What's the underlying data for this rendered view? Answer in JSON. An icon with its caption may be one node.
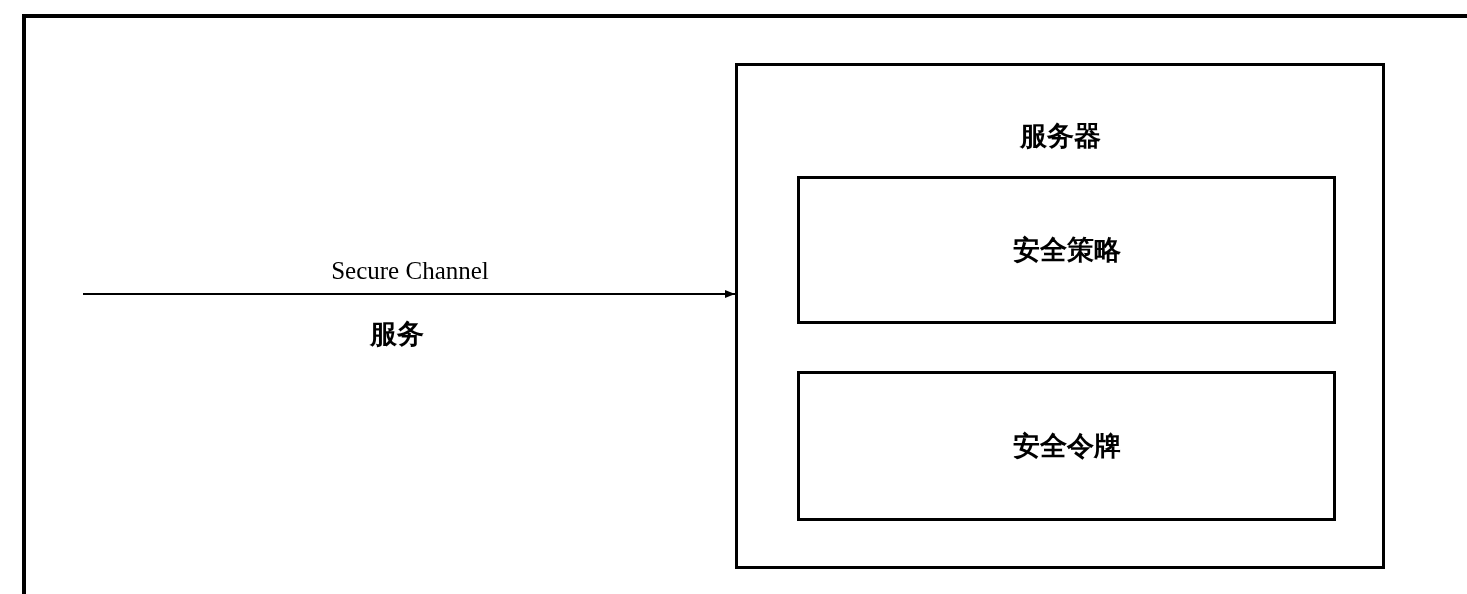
{
  "diagram": {
    "nodes": [
      {
        "text": [],
        "shape": "box"
      },
      {
        "text": [
          "服务器"
        ],
        "in": 0
      },
      {
        "text": [
          "安全策略"
        ],
        "in": 1
      },
      {
        "text": [
          "安全令牌"
        ],
        "in": 1
      }
    ],
    "edges": [
      {
        "from": null,
        "to": 1,
        "arrow": "to",
        "label": "Secure Channel"
      }
    ],
    "labels": [
      "服务"
    ]
  }
}
